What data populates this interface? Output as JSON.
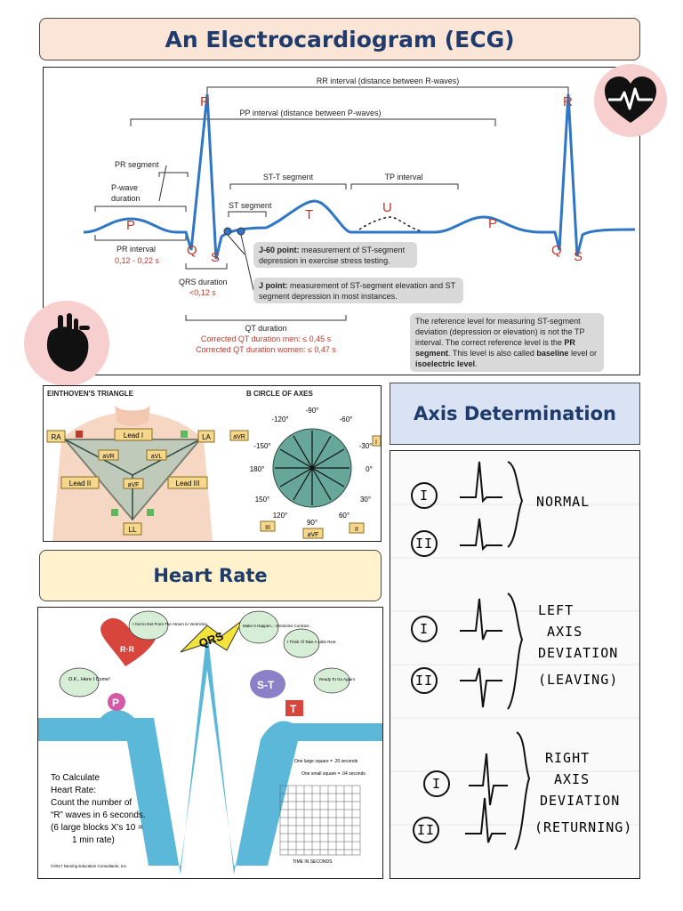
{
  "title": "An Electrocardiogram (ECG)",
  "ecg": {
    "rr_interval": "RR interval (distance between R-waves)",
    "pp_interval": "PP interval (distance between P-waves)",
    "pr_segment": "PR segment",
    "p_wave_duration_1": "P-wave",
    "p_wave_duration_2": "duration",
    "st_t_segment": "ST-T segment",
    "tp_interval": "TP interval",
    "st_segment": "ST segment",
    "wave_p": "P",
    "wave_q": "Q",
    "wave_r": "R",
    "wave_s": "S",
    "wave_t": "T",
    "wave_u": "U",
    "pr_interval": "PR interval",
    "pr_interval_value": "0,12 - 0,22 s",
    "qrs_duration": "QRS duration",
    "qrs_duration_value": "<0,12 s",
    "qt_duration": "QT duration",
    "qt_men": "Corrected QT duration men: ≤ 0,45 s",
    "qt_women": "Corrected QT duration women: ≤ 0,47 s",
    "j60_bold": "J-60 point:",
    "j60_text": " measurement of ST-segment depression in exercise stress testing.",
    "j_bold": "J point:",
    "j_text": " measurement of ST-segment elevation and ST segment depression in most instances.",
    "ref_text_1": "The reference level for measuring ST-segment deviation (depression or elevation) is not the TP interval. The correct reference level is the ",
    "ref_bold_1": "PR segment",
    "ref_text_2": ". This level is also called ",
    "ref_bold_2": "baseline",
    "ref_text_3": " level or ",
    "ref_bold_3": "isoelectric level",
    "ref_text_4": "."
  },
  "einthoven": {
    "title": "EINTHOVEN'S TRIANGLE",
    "circle_title": "B   CIRCLE OF AXES",
    "lead_i": "Lead I",
    "lead_ii": "Lead II",
    "lead_iii": "Lead III",
    "ra": "RA",
    "la": "LA",
    "ll": "LL",
    "avr": "aVR",
    "avl": "aVL",
    "avf": "aVF",
    "axis_labels": [
      "-90°",
      "-60°",
      "-30°",
      "0°",
      "30°",
      "60°",
      "90°",
      "120°",
      "150°",
      "180°",
      "-150°",
      "-120°"
    ],
    "box_avr": "aVR",
    "box_i": "I",
    "box_iii": "III",
    "box_ii": "II",
    "box_avf": "aVF"
  },
  "axis": {
    "title": "Axis Determination",
    "lead_i": "I",
    "lead_ii": "II",
    "normal": "NORMAL",
    "left_1": "LEFT",
    "left_2": "AXIS",
    "left_3": "DEVIATION",
    "left_4": "(LEAVING)",
    "right_1": "RIGHT",
    "right_2": "AXIS",
    "right_3": "DEVIATION",
    "right_4": "(RETURNING)"
  },
  "heart_rate": {
    "title": "Heart Rate",
    "qrs": "QRS",
    "st": "S-T",
    "p": "P",
    "t": "T",
    "bubble_ok": "O.K., Here I Come!",
    "bubble_atrium": "I Got to Get From The Atrium to Ventricles",
    "bubble_happen": "Make It Happen... Ventricles Contract.",
    "bubble_rest": "I Think I'll Take A Little Rest",
    "bubble_ready": "Ready To Go Again!",
    "calc_1": "To Calculate",
    "calc_2": "Heart Rate:",
    "calc_3": "Count the number of",
    "calc_4": "“R” waves in 6 seconds.",
    "calc_5": "(6 large blocks X's 10 =",
    "calc_6": "1 min rate)",
    "grid_label_1": "One large square = .20 seconds",
    "grid_label_2": "One small square = .04 seconds",
    "grid_axis": "TIME IN SECONDS",
    "copyright": "©2017 Nursing Education Consultants, Inc."
  }
}
